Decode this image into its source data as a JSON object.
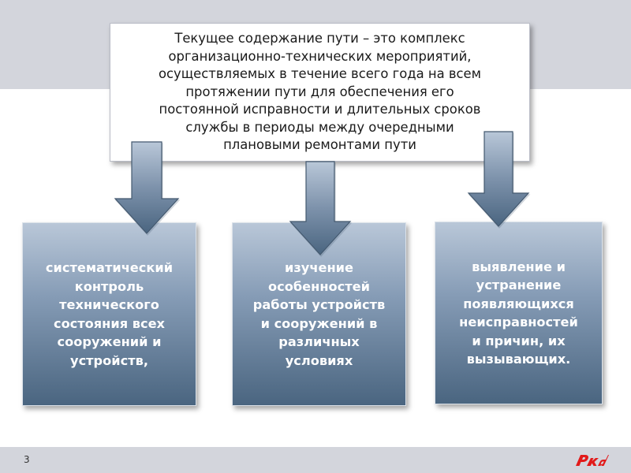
{
  "definition": {
    "lines": [
      "Текущее содержание пути – это комплекс",
      "организационно-технических мероприятий,",
      "осуществляемых в течение всего года на всем",
      "протяжении пути для обеспечения его",
      "постоянной исправности и длительных сроков",
      "службы в периоды между очередными",
      "плановыми ремонтами пути"
    ]
  },
  "cards": [
    {
      "lines": [
        "систематический",
        "контроль",
        "технического",
        "состояния всех",
        "сооружений и",
        "устройств,"
      ]
    },
    {
      "lines": [
        "изучение",
        "особенностей",
        "работы устройств",
        "и сооружений в",
        "различных",
        "условиях"
      ]
    },
    {
      "lines": [
        "выявление и",
        "устранение",
        "появляющихся",
        "неисправностей",
        "и причин, их",
        "вызывающих."
      ]
    }
  ],
  "footer": {
    "page_number": "3",
    "logo_icon": "rzd-logo-icon"
  },
  "colors": {
    "band": "#d3d5dc",
    "card_top": "#b9c7d8",
    "card_bottom": "#4a6580",
    "logo_red": "#e21a1a"
  }
}
